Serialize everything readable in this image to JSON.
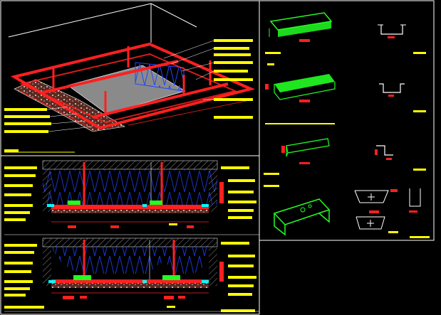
{
  "colors": {
    "background": "#000000",
    "frame_line": "#ffffff",
    "steel_red": "#ff2020",
    "annotation_yellow": "#ffff00",
    "insulation_blue": "#2244ff",
    "profile_green": "#22ff22",
    "dimension_cyan": "#00ffff",
    "ground_gray": "#909090"
  },
  "drawing": {
    "panels": [
      "isometric-ceiling-view",
      "profile-details",
      "section-a",
      "section-b"
    ],
    "profiles": [
      "main-channel-profile",
      "furring-channel-profile",
      "angle-profile",
      "suspension-clip"
    ],
    "annotations_legible": false
  }
}
